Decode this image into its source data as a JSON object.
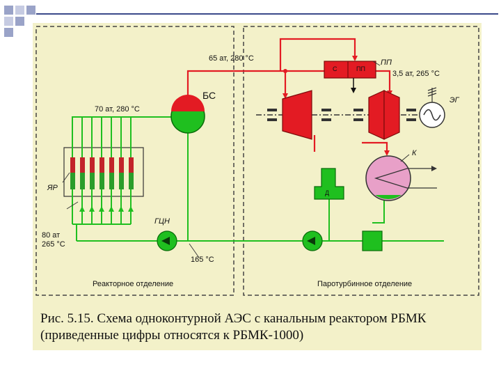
{
  "diagram": {
    "labels": {
      "steam_to_turbine": "65 ат, 280 °С",
      "drum_inlet": "70 ат, 280 °С",
      "reactor_inlet": "80 ат 265 °С",
      "feedwater": "165 °С",
      "turbine_exhaust": "3,5 ат, 265 °С",
      "drum": "БС",
      "reactor": "ЯР",
      "main_pump": "ГЦН",
      "separator": "ПП",
      "separator_c": "С",
      "separator_pp": "ПП",
      "generator": "ЭГ",
      "condenser": "К",
      "deaerator": "Д"
    },
    "sections": {
      "reactor": "Реакторное отделение",
      "turbine": "Паротурбинное отделение"
    }
  },
  "caption": {
    "line1": "Рис. 5.15. Схема одноконтурной АЭС с канальным реактором РБМК",
    "line2": "(приведенные цифры относятся к РБМК-1000)"
  },
  "colors": {
    "background": "#f3f1c9",
    "steam": "#e31b23",
    "water": "#1fbf1f",
    "bullet": "#2a4d9a"
  }
}
